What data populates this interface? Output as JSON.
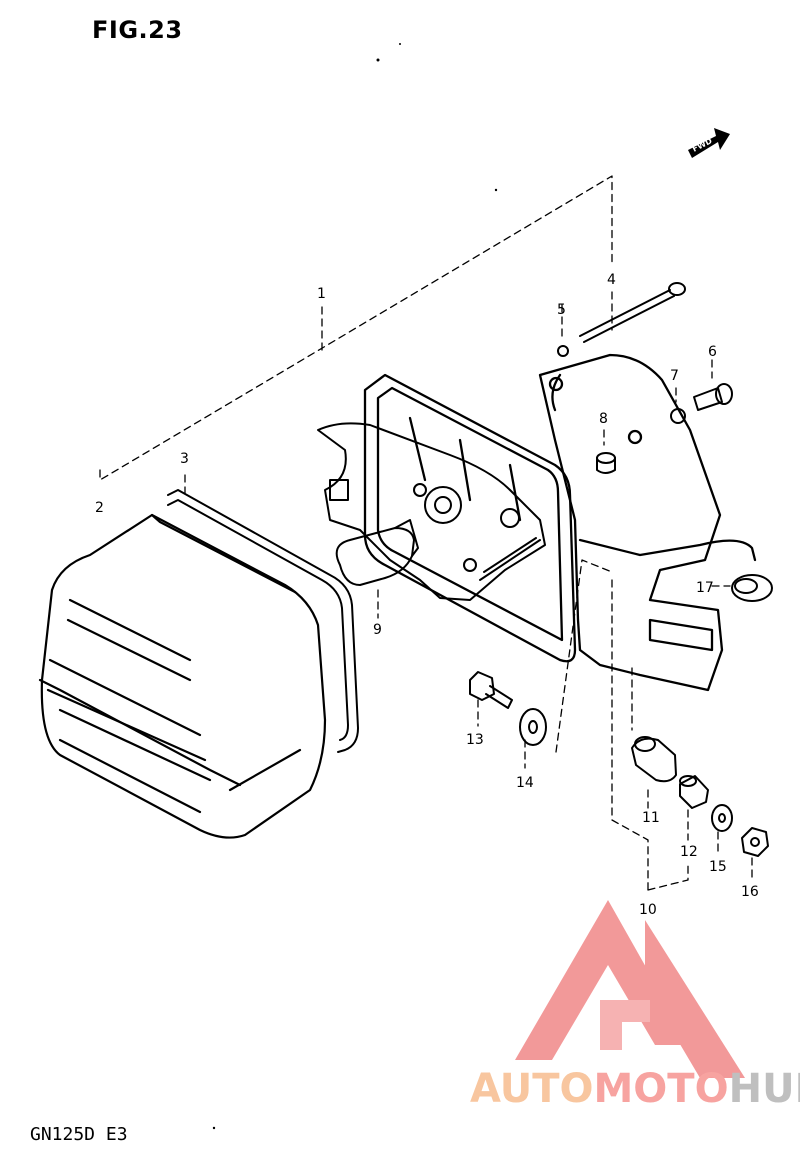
{
  "figure": {
    "title": "FIG.23",
    "model_code": "GN125D E3",
    "fwd_marker": "FWD"
  },
  "callouts": [
    {
      "id": "1",
      "label": "1"
    },
    {
      "id": "2",
      "label": "2"
    },
    {
      "id": "3",
      "label": "3"
    },
    {
      "id": "4",
      "label": "4"
    },
    {
      "id": "5",
      "label": "5"
    },
    {
      "id": "6",
      "label": "6"
    },
    {
      "id": "7",
      "label": "7"
    },
    {
      "id": "8",
      "label": "8"
    },
    {
      "id": "9",
      "label": "9"
    },
    {
      "id": "10",
      "label": "10"
    },
    {
      "id": "11",
      "label": "11"
    },
    {
      "id": "12",
      "label": "12"
    },
    {
      "id": "13",
      "label": "13"
    },
    {
      "id": "14",
      "label": "14"
    },
    {
      "id": "15",
      "label": "15"
    },
    {
      "id": "16",
      "label": "16"
    },
    {
      "id": "17",
      "label": "17"
    }
  ],
  "watermark": {
    "part_a": "AUTO",
    "part_b": "MOTO",
    "part_c": "HUB",
    "logo_color": "#f08080",
    "colors": {
      "auto": "#f8c69f",
      "moto": "#f7a3a0",
      "hub": "#bfbfbf"
    }
  }
}
